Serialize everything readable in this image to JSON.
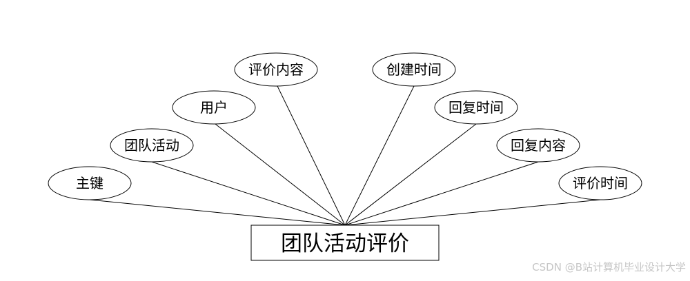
{
  "entity": {
    "name": "团队活动评价"
  },
  "attributes": [
    {
      "id": "pk",
      "label": "主键"
    },
    {
      "id": "team-activity",
      "label": "团队活动"
    },
    {
      "id": "user",
      "label": "用户"
    },
    {
      "id": "review-content",
      "label": "评价内容"
    },
    {
      "id": "created-time",
      "label": "创建时间"
    },
    {
      "id": "reply-time",
      "label": "回复时间"
    },
    {
      "id": "reply-content",
      "label": "回复内容"
    },
    {
      "id": "review-time",
      "label": "评价时间"
    }
  ],
  "watermark": "CSDN @B站计算机毕业设计大学"
}
